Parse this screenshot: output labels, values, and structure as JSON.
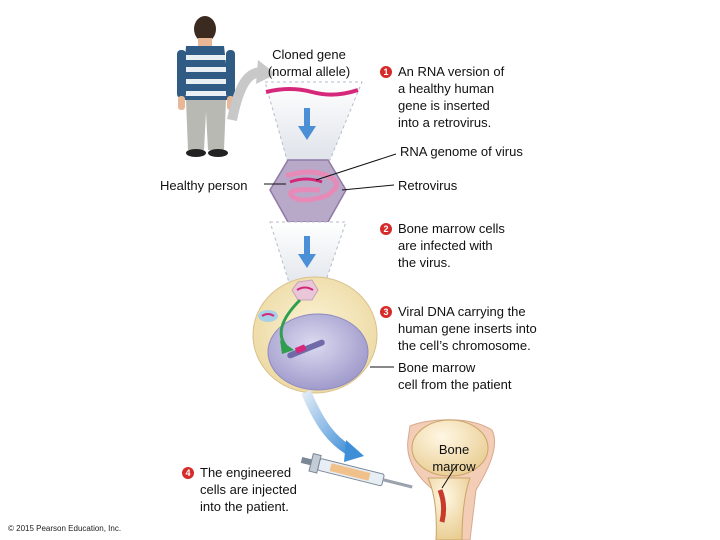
{
  "labels": {
    "cloned_gene": "Cloned gene\n(normal allele)",
    "rna_genome": "RNA genome of virus",
    "healthy_person": "Healthy person",
    "retrovirus": "Retrovirus",
    "bone_marrow_cell": "Bone marrow\ncell from the patient",
    "bone_marrow": "Bone\nmarrow"
  },
  "steps": [
    {
      "number": "1",
      "text": "An RNA version of\na healthy human\ngene is inserted\ninto a retrovirus."
    },
    {
      "number": "2",
      "text": "Bone marrow cells\nare infected with\nthe virus."
    },
    {
      "number": "3",
      "text": "Viral DNA carrying the\nhuman gene inserts into\nthe cell’s chromosome."
    },
    {
      "number": "4",
      "text": "The engineered\ncells are injected\ninto the patient."
    }
  ],
  "copyright": "© 2015 Pearson Education, Inc.",
  "colors": {
    "gene_magenta": "#d6287a",
    "virus_purple": "#b9a9c9",
    "cell_yellow": "#f4e7bb",
    "nucleus_purple": "#b8b4da",
    "arrow_blue": "#4b8fd6",
    "arrow_green": "#2f9e4f",
    "step_red": "#d62b2b",
    "shirt_blue": "#2f5b84"
  }
}
